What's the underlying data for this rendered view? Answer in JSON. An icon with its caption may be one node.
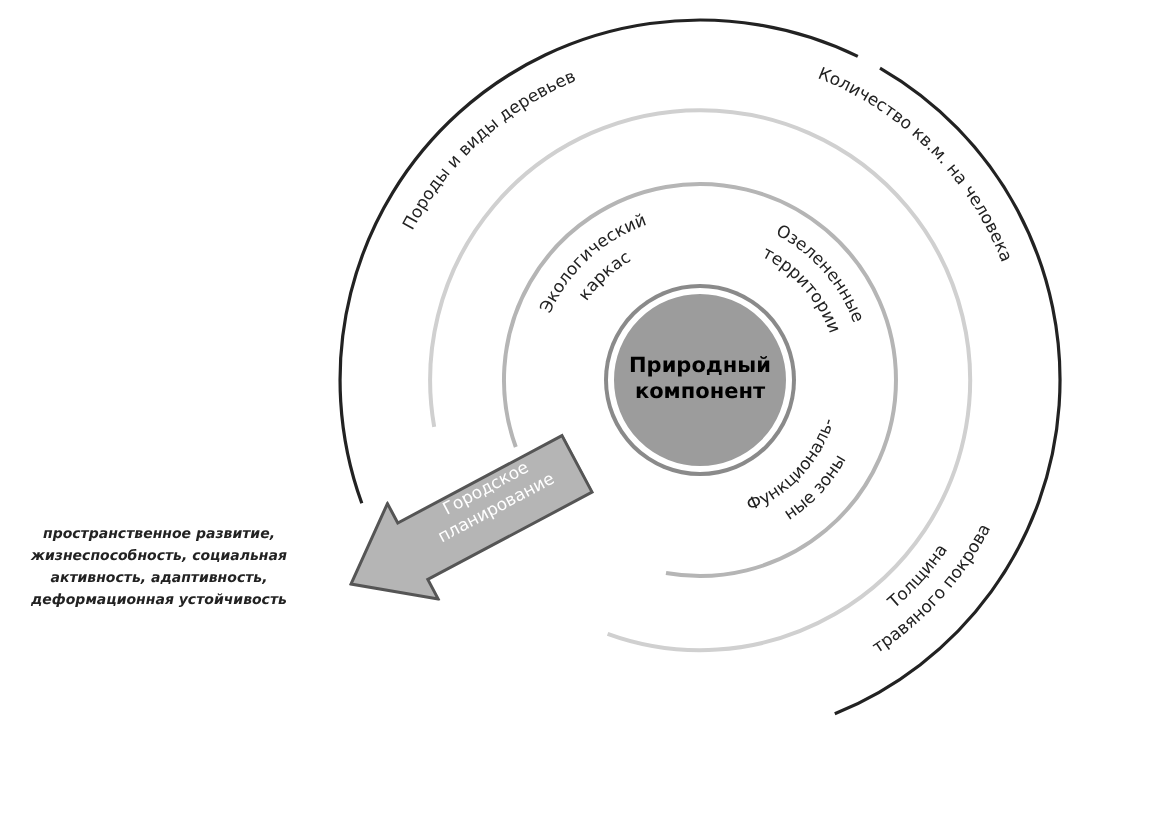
{
  "diagram": {
    "nodes": [
      {
        "text": [
          "Природный компонент"
        ]
      },
      {
        "text": [
          "Городское планирование"
        ]
      }
    ],
    "labels": [
      "Породы и виды деревьев",
      "Количество кв.м. на человека",
      "Экологический каркас",
      "Озелененные территории",
      "Функциональ- ные зоны",
      "Толщина травяного покрова",
      "пространственное развитие, жизнеспособность, социальная активность, адаптивность, деформационная устойчивость"
    ]
  }
}
